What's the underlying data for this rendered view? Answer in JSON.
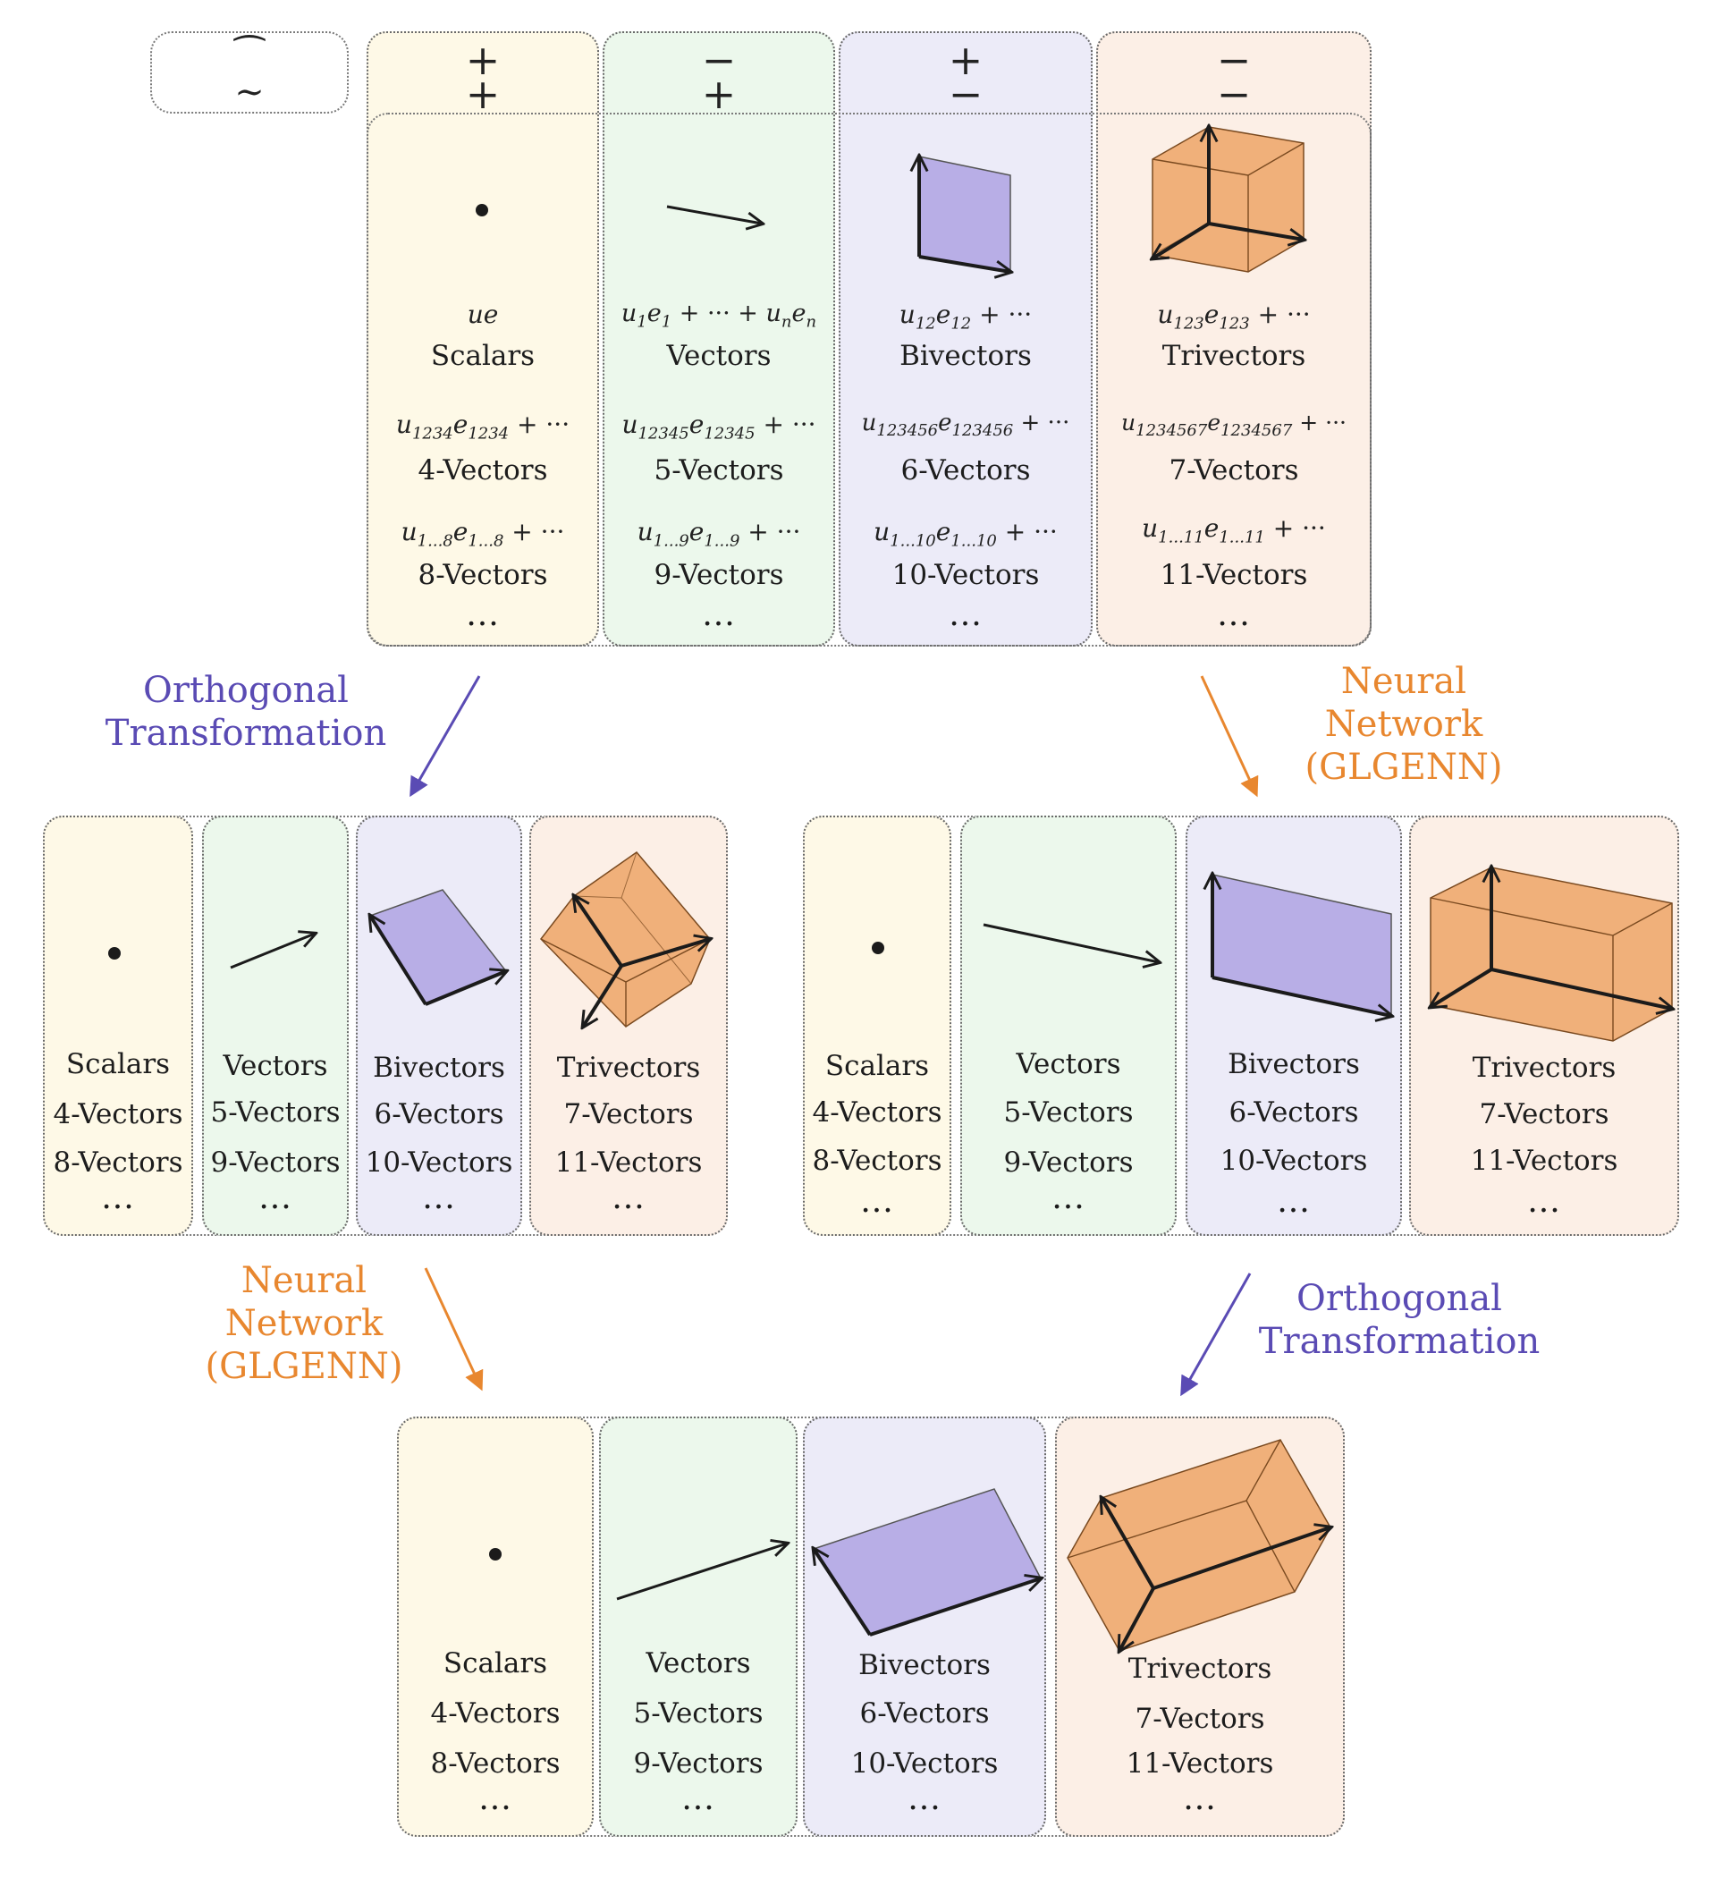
{
  "legend": {
    "hat": "⁀",
    "tilde": "∼"
  },
  "signs": [
    {
      "top": "+",
      "bottom": "+"
    },
    {
      "top": "−",
      "bottom": "+"
    },
    {
      "top": "+",
      "bottom": "−"
    },
    {
      "top": "−",
      "bottom": "−"
    }
  ],
  "top_panel": {
    "columns": [
      {
        "expr1_base": "ue",
        "expr1_sub": "",
        "expr1_tail": "",
        "name1": "Scalars",
        "expr2_base": "u",
        "expr2_sub": "1234",
        "expr2_e": "e",
        "expr2_esub": "1234",
        "expr2_tail": " + ···",
        "name2": "4-Vectors",
        "expr3_base": "u",
        "expr3_sub": "1...8",
        "expr3_e": "e",
        "expr3_esub": "1...8",
        "expr3_tail": " + ···",
        "name3": "8-Vectors",
        "more": "..."
      },
      {
        "name1": "Vectors",
        "expr2_base": "u",
        "expr2_sub": "12345",
        "expr2_e": "e",
        "expr2_esub": "12345",
        "expr2_tail": " + ···",
        "name2": "5-Vectors",
        "expr3_base": "u",
        "expr3_sub": "1...9",
        "expr3_e": "e",
        "expr3_esub": "1...9",
        "expr3_tail": " + ···",
        "name3": "9-Vectors",
        "more": "..."
      },
      {
        "expr1_base": "u",
        "expr1_sub": "12",
        "expr1_e": "e",
        "expr1_esub": "12",
        "expr1_tail": " + ···",
        "name1": "Bivectors",
        "expr2_base": "u",
        "expr2_sub": "123456",
        "expr2_e": "e",
        "expr2_esub": "123456",
        "expr2_tail": " + ···",
        "name2": "6-Vectors",
        "expr3_base": "u",
        "expr3_sub": "1...10",
        "expr3_e": "e",
        "expr3_esub": "1...10",
        "expr3_tail": " + ···",
        "name3": "10-Vectors",
        "more": "..."
      },
      {
        "expr1_base": "u",
        "expr1_sub": "123",
        "expr1_e": "e",
        "expr1_esub": "123",
        "expr1_tail": " + ···",
        "name1": "Trivectors",
        "expr2_base": "u",
        "expr2_sub": "1234567",
        "expr2_e": "e",
        "expr2_esub": "1234567",
        "expr2_tail": " + ···",
        "name2": "7-Vectors",
        "expr3_base": "u",
        "expr3_sub": "1...11",
        "expr3_e": "e",
        "expr3_esub": "1...11",
        "expr3_tail": " + ···",
        "name3": "11-Vectors",
        "more": "..."
      }
    ],
    "vector_expr": {
      "u1": "u",
      "s1": "1",
      "e1": "e",
      "se1": "1",
      "mid": " + ··· + ",
      "un": "u",
      "sn": "n",
      "en": "e",
      "sen": "n"
    }
  },
  "panel_labels": [
    [
      "Scalars",
      "4-Vectors",
      "8-Vectors"
    ],
    [
      "Vectors",
      "5-Vectors",
      "9-Vectors"
    ],
    [
      "Bivectors",
      "6-Vectors",
      "10-Vectors"
    ],
    [
      "Trivectors",
      "7-Vectors",
      "11-Vectors"
    ]
  ],
  "more": "...",
  "annotations": {
    "orthogonal_line1": "Orthogonal",
    "orthogonal_line2": "Transformation",
    "neural_line1": "Neural",
    "neural_line2": "Network",
    "neural_line3": "(GLGENN)"
  },
  "colors": {
    "yellow": "#fef9e7",
    "green": "#ecf8ec",
    "purple": "#ecebf8",
    "orange": "#fcefe6",
    "bivector_fill": "#b8aee6",
    "trivector_fill": "#f0b07a",
    "arrow_purple": "#5a4bb4",
    "arrow_orange": "#e8872f"
  }
}
